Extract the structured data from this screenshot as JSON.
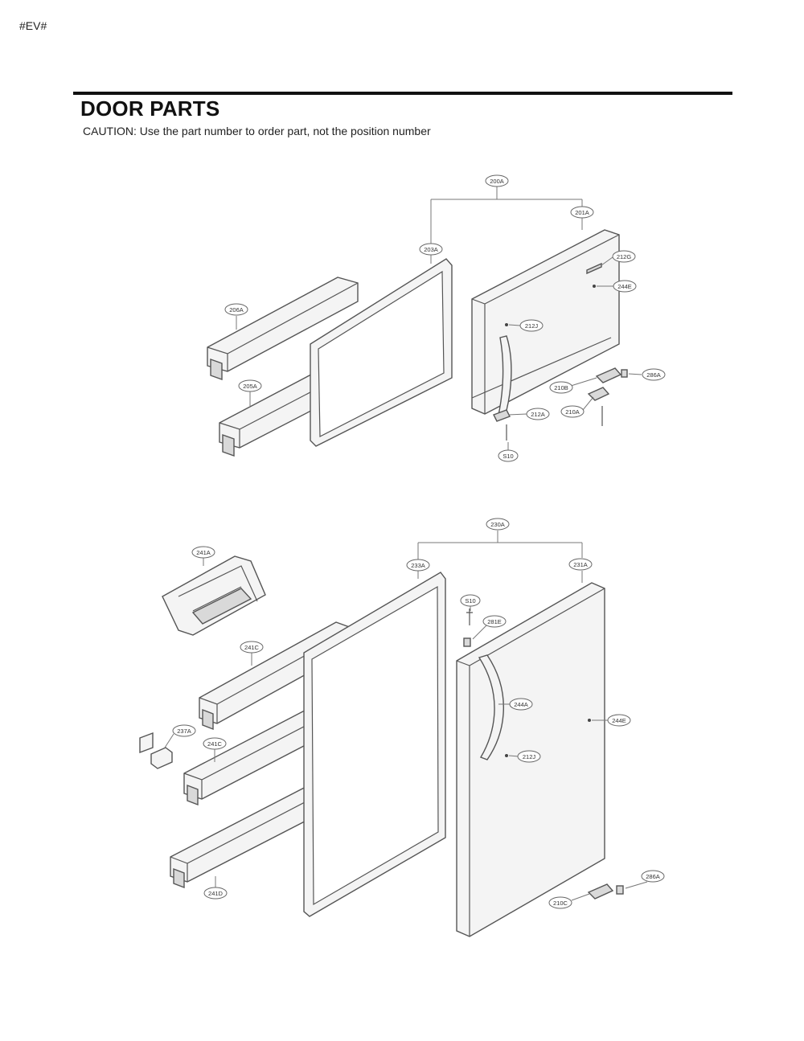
{
  "corner_tag": "#EV#",
  "title": "DOOR PARTS",
  "caution": "CAUTION: Use the part number to order part, not the position number",
  "callouts": {
    "top": [
      "200A",
      "201A",
      "203A",
      "212G",
      "244E",
      "206A",
      "212J",
      "205A",
      "286A",
      "210B",
      "210A",
      "212A",
      "S10"
    ],
    "bottom": [
      "230A",
      "241A",
      "233A",
      "231A",
      "S10",
      "281E",
      "241C",
      "244A",
      "244E",
      "237A",
      "241C",
      "212J",
      "241D",
      "286A",
      "210C"
    ]
  }
}
